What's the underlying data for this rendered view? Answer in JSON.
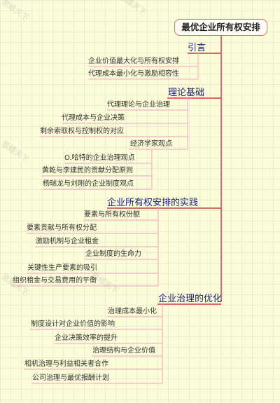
{
  "mindmap": {
    "root": "最优企业所有权安排",
    "branches": [
      {
        "label": "引言",
        "items": [
          "企业价值最大化与所有权安排",
          "代理成本最小化与激励相容性"
        ]
      },
      {
        "label": "理论基础",
        "items": [
          "代理理论与企业治理",
          "代理成本与企业决策",
          "剩余索取权与控制权的对应",
          "经济学家观点"
        ],
        "subitems": [
          "O.哈特的企业治理观点",
          "黄乾与李建民的贡献分配原则",
          "杨瑞龙与刘刚的企业制度观点"
        ]
      },
      {
        "label": "企业所有权安排的实践",
        "items": [
          "要素与所有权份额",
          "要素贡献与所有权分配",
          "激励机制与企业租金",
          "企业制度的生命力",
          "关键性生产要素的吸引",
          "组织租金与交易费用的平衡"
        ]
      },
      {
        "label": "企业治理的优化",
        "items": [
          "治理成本最小化",
          "制度设计对企业价值的影响",
          "企业决策效率的提升",
          "治理结构与企业价值",
          "相机治理与利益相关者合作",
          "公司治理与最优报酬计划"
        ]
      }
    ]
  },
  "watermark": "思维天下",
  "colors": {
    "branch_line": "#e06666",
    "leaf_line": "#f4b4c4",
    "root_border": "#e06666",
    "branch_text": "#1a237e"
  }
}
